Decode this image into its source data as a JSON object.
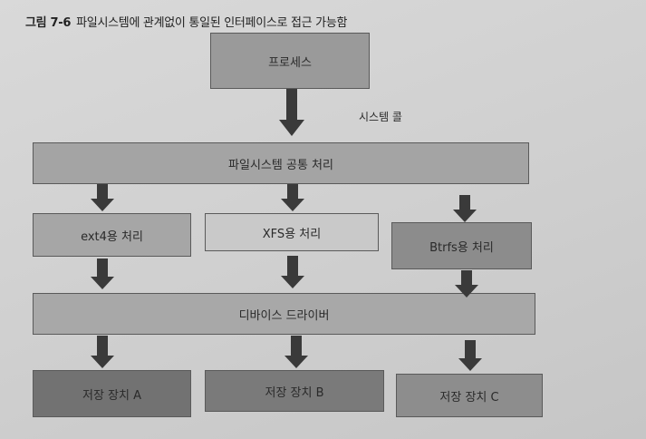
{
  "caption": {
    "figure_number": "그림 7-6",
    "title": "파일시스템에 관계없이 통일된 인터페이스로 접근 가능함"
  },
  "nodes": {
    "process": "프로세스",
    "fs_common": "파일시스템 공통 처리",
    "ext4": "ext4용 처리",
    "xfs": "XFS용 처리",
    "btrfs": "Btrfs용 처리",
    "device_driver": "디바이스 드라이버",
    "storage_a": "저장 장치 A",
    "storage_b": "저장 장치 B",
    "storage_c": "저장 장치 C"
  },
  "edge_labels": {
    "system_call": "시스템 콜"
  },
  "colors": {
    "arrow": "#3a3a3a"
  }
}
